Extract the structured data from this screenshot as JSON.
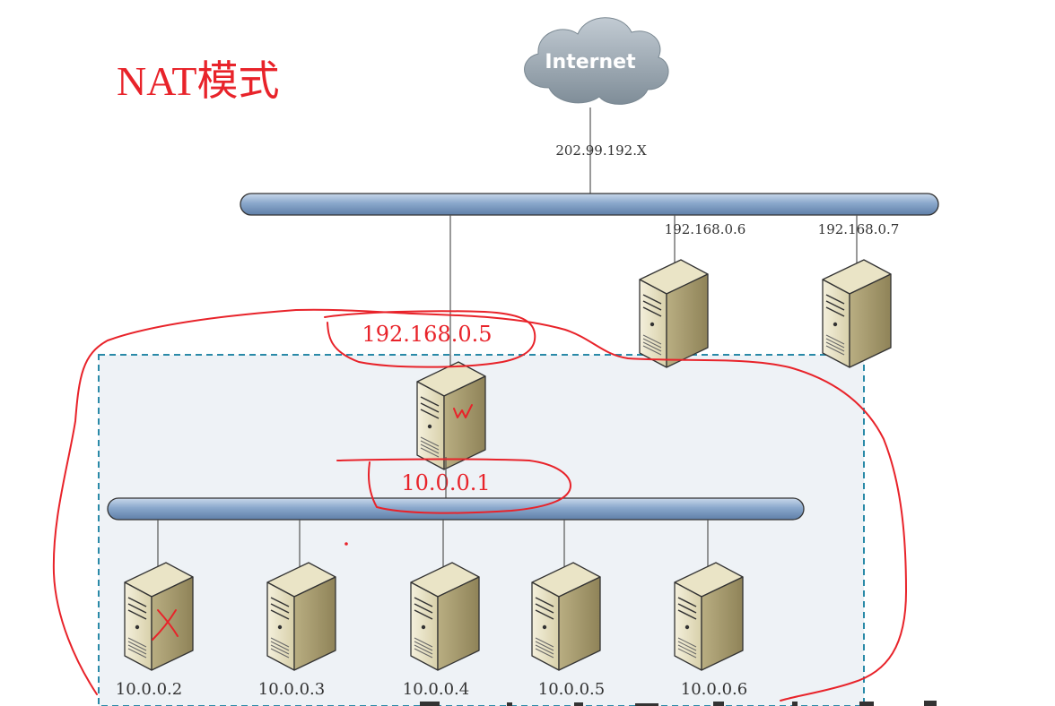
{
  "title": "NAT模式",
  "cloud_label": "Internet",
  "wan_ip": "202.99.192.X",
  "outer_hosts": [
    {
      "ip": "192.168.0.6"
    },
    {
      "ip": "192.168.0.7"
    }
  ],
  "gateway": {
    "outer_ip": "192.168.0.5",
    "inner_ip": "10.0.0.1"
  },
  "inner_hosts": [
    {
      "ip": "10.0.0.2",
      "crossed": true
    },
    {
      "ip": "10.0.0.3",
      "crossed": false
    },
    {
      "ip": "10.0.0.4",
      "crossed": false
    },
    {
      "ip": "10.0.0.5",
      "crossed": false
    },
    {
      "ip": "10.0.0.6",
      "crossed": false
    }
  ],
  "colors": {
    "annotation": "#e8232a",
    "bus": "#8aa8cc",
    "zone_border": "#2a8aa8"
  }
}
